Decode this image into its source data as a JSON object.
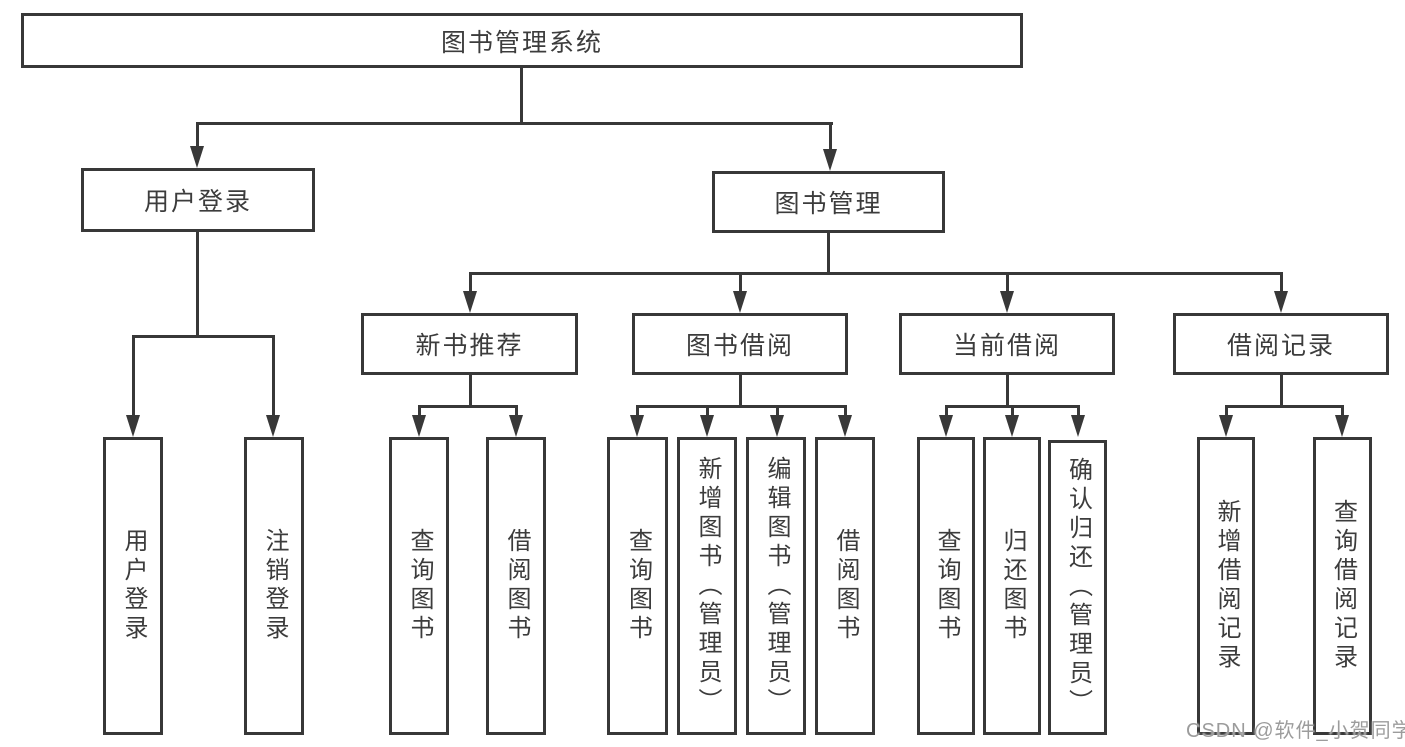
{
  "colors": {
    "line": "#383838",
    "text": "#3c3c3c",
    "watermark": "#9c9c9c",
    "background": "#ffffff"
  },
  "nodes": {
    "root": "图书管理系统",
    "user_login": "用户登录",
    "book_mgmt": "图书管理",
    "new_book_rec": "新书推荐",
    "book_borrow": "图书借阅",
    "current_borrow": "当前借阅",
    "borrow_record": "借阅记录",
    "user_login_children": {
      "login": "用户登录",
      "logout": "注销登录"
    },
    "new_book_rec_children": {
      "query_book": "查询图书",
      "borrow_book": "借阅图书"
    },
    "book_borrow_children": {
      "query_book": "查询图书",
      "add_book_admin": "新增图书（管理员）",
      "edit_book_admin": "编辑图书（管理员）",
      "borrow_book": "借阅图书"
    },
    "current_borrow_children": {
      "query_book": "查询图书",
      "return_book": "归还图书",
      "confirm_return_admin": "确认归还（管理员）"
    },
    "borrow_record_children": {
      "add_record": "新增借阅记录",
      "query_record": "查询借阅记录"
    }
  },
  "watermark": "CSDN @软件_小贺同学"
}
